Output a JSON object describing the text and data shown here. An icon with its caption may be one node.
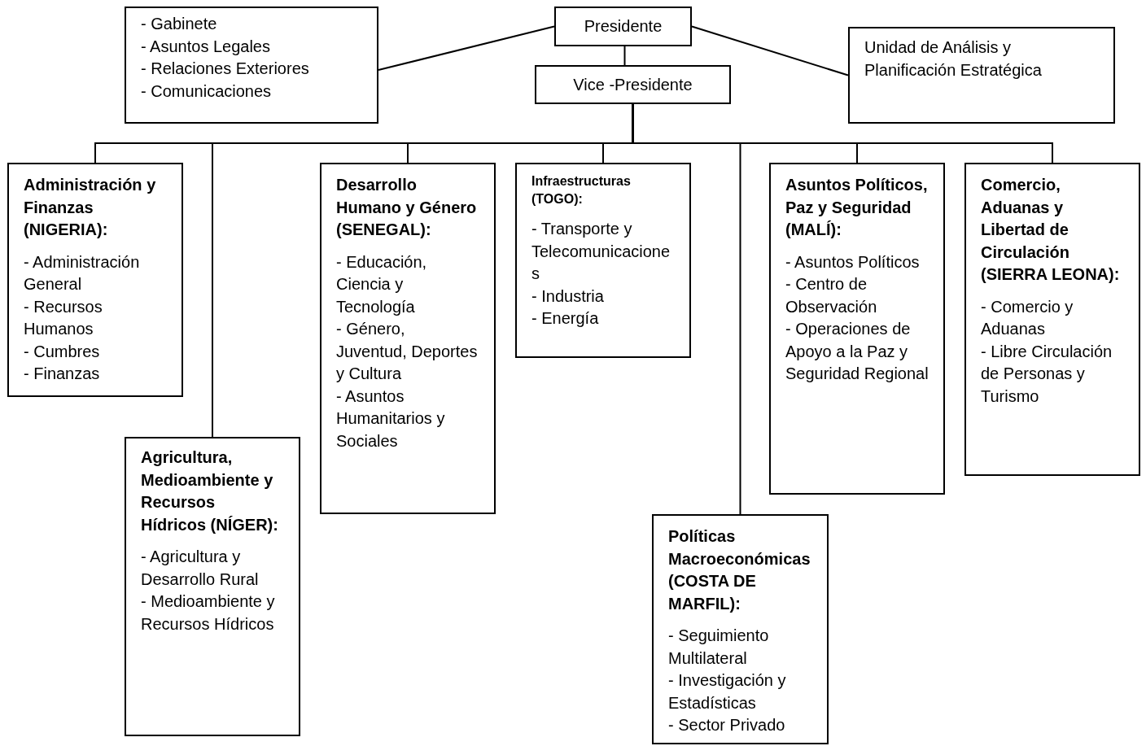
{
  "diagram": {
    "nodes": [
      {
        "text": [
          "- Gabinete",
          "- Asuntos Legales",
          "- Relaciones Exteriores",
          "- Comunicaciones"
        ]
      },
      {
        "text": [
          "Presidente"
        ]
      },
      {
        "text": [
          "Unidad de Análisis y Planificación Estratégica"
        ]
      },
      {
        "text": [
          "Vice -Presidente"
        ]
      },
      {
        "text": [
          "Administración y Finanzas (NIGERIA):",
          "- Administración General",
          "- Recursos Humanos",
          "- Cumbres",
          "- Finanzas"
        ]
      },
      {
        "text": [
          "Agricultura, Medioambiente y Recursos Hídricos (NÍGER):",
          "- Agricultura y Desarrollo Rural",
          "- Medioambiente y Recursos Hídricos"
        ]
      },
      {
        "text": [
          "Desarrollo Humano y Género (SENEGAL):",
          "- Educación, Ciencia y Tecnología",
          "- Género, Juventud, Deportes y Cultura",
          "- Asuntos Humanitarios y Sociales"
        ]
      },
      {
        "text": [
          "Infraestructuras (TOGO):",
          "- Transporte y Telecomunicaciones",
          "- Industria",
          "- Energía"
        ]
      },
      {
        "text": [
          "Políticas Macroeconómicas (COSTA DE MARFIL):",
          "- Seguimiento Multilateral",
          "- Investigación y Estadísticas",
          "- Sector Privado"
        ]
      },
      {
        "text": [
          "Asuntos Políticos, Paz y Seguridad (MALÍ):",
          "- Asuntos Políticos",
          "- Centro de Observación",
          "- Operaciones de Apoyo a la Paz y Seguridad Regional"
        ]
      },
      {
        "text": [
          "Comercio, Aduanas y Libertad de Circulación (SIERRA LEONA):",
          "- Comercio y Aduanas",
          "- Libre Circulación de Personas y Turismo"
        ]
      }
    ],
    "edges": [
      {
        "from": 1,
        "to": 0,
        "arrow": "none"
      },
      {
        "from": 1,
        "to": 2,
        "arrow": "none"
      },
      {
        "from": 1,
        "to": 3,
        "arrow": "none"
      },
      {
        "from": 3,
        "to": 4,
        "arrow": "none"
      },
      {
        "from": 3,
        "to": 5,
        "arrow": "none"
      },
      {
        "from": 3,
        "to": 6,
        "arrow": "none"
      },
      {
        "from": 3,
        "to": 7,
        "arrow": "none"
      },
      {
        "from": 3,
        "to": 8,
        "arrow": "none"
      },
      {
        "from": 3,
        "to": 9,
        "arrow": "none"
      },
      {
        "from": 3,
        "to": 10,
        "arrow": "none"
      }
    ]
  }
}
